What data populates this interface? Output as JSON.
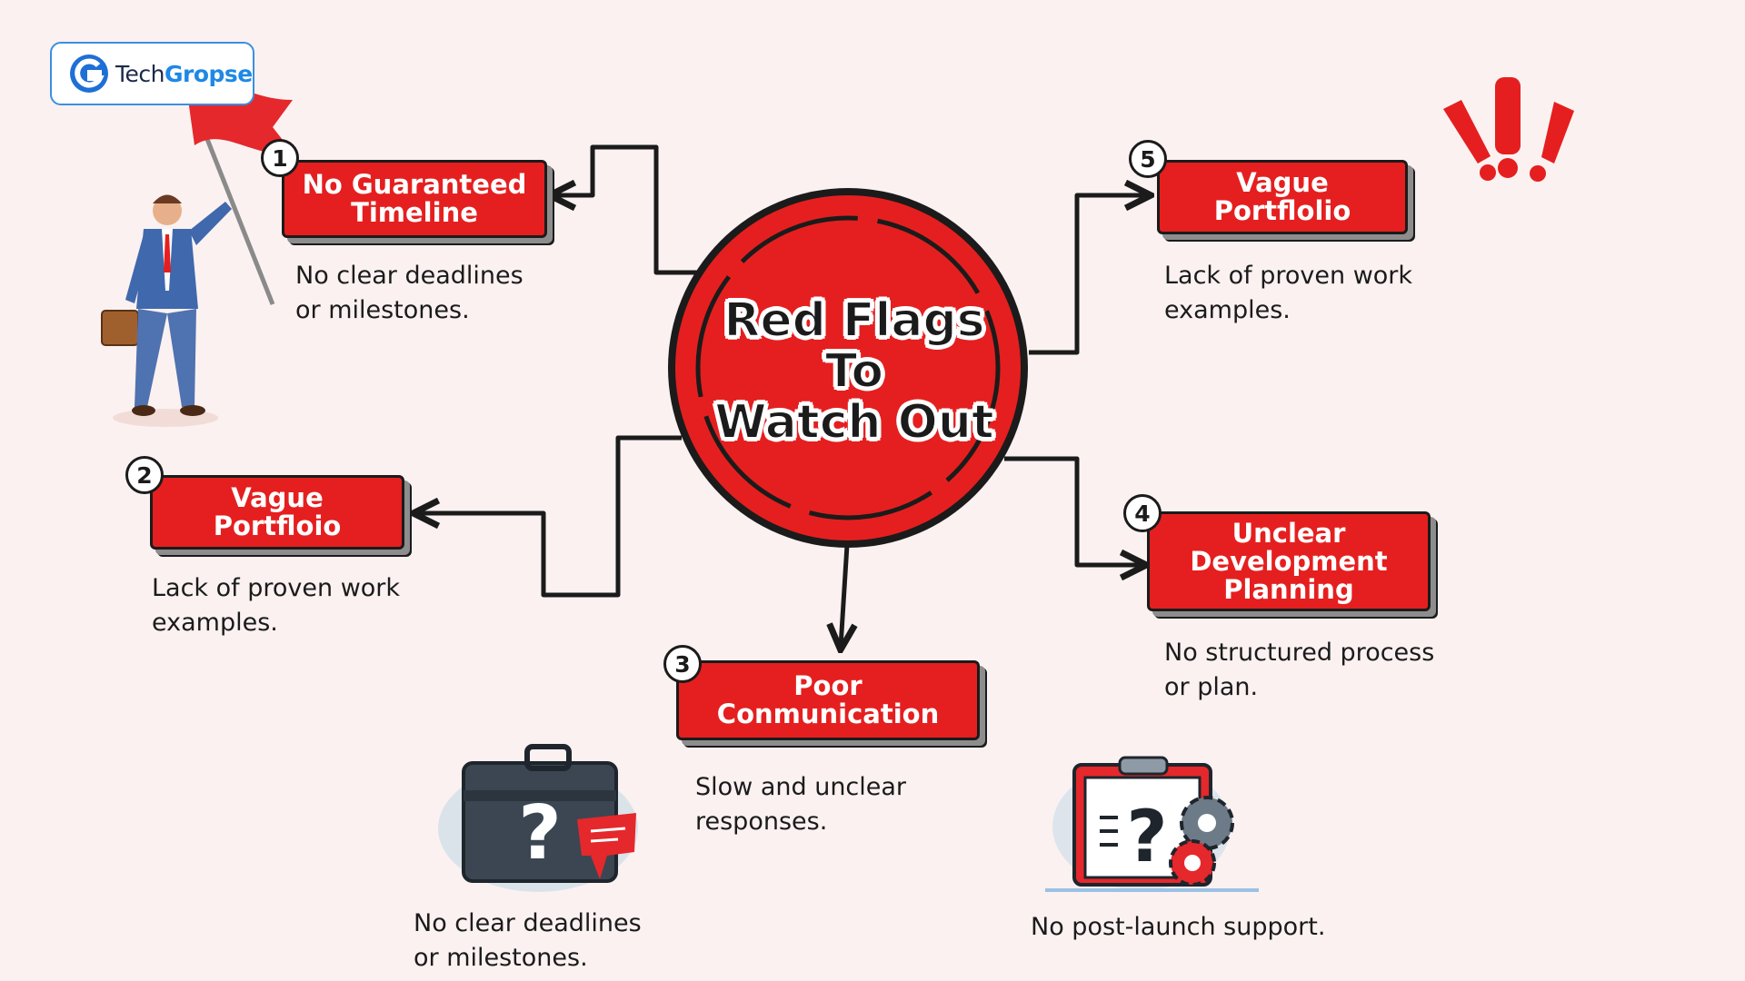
{
  "brand": {
    "name_part1": "Tech",
    "name_part2": "Gropse"
  },
  "center": {
    "line1": "Red Flags",
    "line2": "To",
    "line3": "Watch Out"
  },
  "items": [
    {
      "number": "1",
      "title": "No Guaranteed\nTimeline",
      "description": "No clear deadlines\nor milestones."
    },
    {
      "number": "2",
      "title": "Vague\nPortfloio",
      "description": "Lack of proven work\nexamples."
    },
    {
      "number": "3",
      "title": "Poor\nConmunication",
      "description": "Slow and unclear\nresponses."
    },
    {
      "number": "4",
      "title": "Unclear\nDevelopment\nPlanning",
      "description": "No structured process\nor plan."
    },
    {
      "number": "5",
      "title": "Vague\nPortflolio",
      "description": "Lack of proven work\nexamples."
    }
  ],
  "bottom_captions": {
    "left": "No clear deadlines\nor milestones.",
    "right": "No post-launch support."
  },
  "colors": {
    "accent_red": "#e51f1f",
    "outline": "#1b1b1b",
    "background": "#fbf1f1",
    "brand_blue": "#1e88e5"
  },
  "icons": [
    "businessman-with-flag-icon",
    "exclamation-marks-icon",
    "briefcase-question-icon",
    "clipboard-question-gears-icon"
  ]
}
